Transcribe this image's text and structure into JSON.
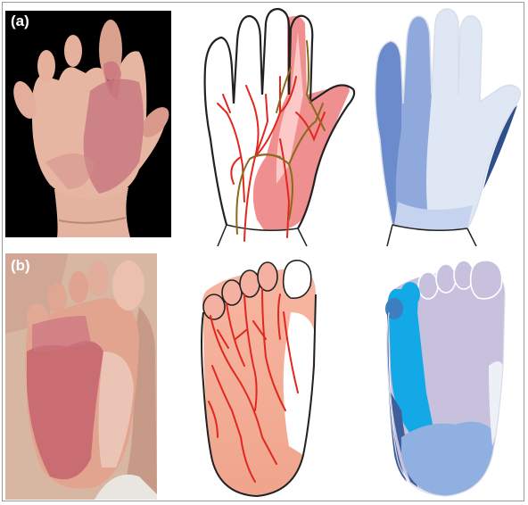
{
  "panels": [
    {
      "label": "(a)",
      "subject": "hand",
      "colors": {
        "photo_bg": "#000000",
        "skin": "#e7b5a2",
        "lesion": "#c9757a",
        "outline": "#222222",
        "lesion_fill": "#ef8f8f",
        "lesion_light": "#ffe2e2",
        "vessel": "#e0281f",
        "nerve": "#8a6a1d",
        "derm_dark": "#5b7fc4",
        "derm_mid": "#8fa9dd",
        "derm_light": "#dfe7f5",
        "derm_deep": "#2f4f8c"
      }
    },
    {
      "label": "(b)",
      "subject": "foot",
      "colors": {
        "photo_bg": "#d8b7a3",
        "skin": "#e3a993",
        "lesion": "#c86572",
        "outline": "#222222",
        "lesion_fill": "#f2a78f",
        "lesion_light": "#ffffff",
        "vessel": "#e0281f",
        "derm_bright": "#13a8e6",
        "derm_dark": "#3f5f9a",
        "derm_mid": "#8fb0e0",
        "derm_lilac": "#c7c1de",
        "derm_light": "#eef0f7"
      }
    }
  ]
}
